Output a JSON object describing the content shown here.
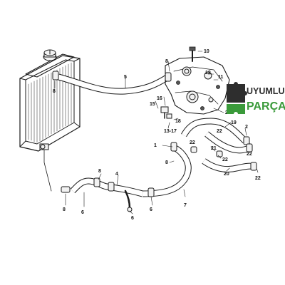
{
  "diagram": {
    "callouts": {
      "c1": "1",
      "c2": "2",
      "c2b": "2",
      "c4": "4",
      "c5": "5",
      "c6a": "6",
      "c6b": "6",
      "c6c": "6",
      "c7": "7",
      "c8a": "8",
      "c8b": "8",
      "c8c": "8",
      "c8d": "8",
      "c8e": "8",
      "c10": "10",
      "c11": "11",
      "c12": "12",
      "c13": "13-17",
      "c15": "15",
      "c16": "16",
      "c18": "18",
      "c19": "19",
      "c20": "20",
      "c21": "21",
      "c22a": "22",
      "c22b": "22",
      "c22c": "22",
      "c22d": "22",
      "c22e": "22"
    }
  },
  "brand": {
    "word1": "UYUMLU",
    "word2": "PARÇA",
    "accent_color": "#3a9a3a",
    "dark_color": "#2e2e2e"
  }
}
